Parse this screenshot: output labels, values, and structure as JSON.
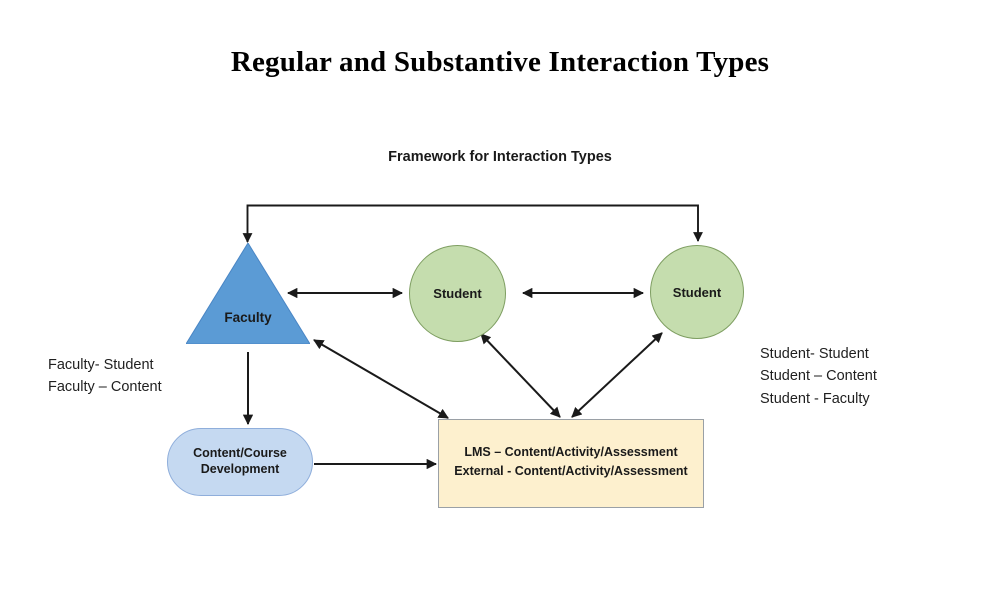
{
  "slide": {
    "title": "Regular and Substantive Interaction Types",
    "subtitle": "Framework for Interaction Types",
    "background_color": "#FFFFFF"
  },
  "diagram": {
    "type": "flow-diagram",
    "nodes": [
      {
        "id": "faculty",
        "shape": "triangle",
        "label": "Faculty",
        "fill": "#5B9BD5",
        "border": "#4A86C5"
      },
      {
        "id": "student-1",
        "shape": "circle",
        "label": "Student",
        "fill": "#C5DDAE",
        "border": "#7E9E61"
      },
      {
        "id": "student-2",
        "shape": "circle",
        "label": "Student",
        "fill": "#C5DDAE",
        "border": "#7E9E61"
      },
      {
        "id": "content-course-development",
        "shape": "rounded-pill",
        "label": "Content/Course\nDevelopment",
        "fill": "#C5D9F1",
        "border": "#8FAEDB"
      },
      {
        "id": "lms",
        "shape": "rectangle",
        "label": "LMS – Content/Activity/Assessment\nExternal - Content/Activity/Assessment",
        "line1": "LMS – Content/Activity/Assessment",
        "line2": "External - Content/Activity/Assessment",
        "fill": "#FDF0CE",
        "border": "#9AA0A6"
      }
    ],
    "connectors": [
      {
        "id": "bracket-top",
        "from": "top-bracket",
        "to": [
          "faculty",
          "student-2"
        ],
        "style": "elbow",
        "arrows": "both-ends-down"
      },
      {
        "id": "faculty-student1",
        "from": "faculty",
        "to": "student-1",
        "style": "straight",
        "arrows": "double"
      },
      {
        "id": "student1-student2",
        "from": "student-1",
        "to": "student-2",
        "style": "straight",
        "arrows": "double"
      },
      {
        "id": "faculty-content",
        "from": "faculty",
        "to": "content-course-development",
        "style": "straight",
        "arrows": "single-down"
      },
      {
        "id": "faculty-lms",
        "from": "faculty",
        "to": "lms",
        "style": "diagonal",
        "arrows": "double"
      },
      {
        "id": "content-lms",
        "from": "content-course-development",
        "to": "lms",
        "style": "straight",
        "arrows": "single-right"
      },
      {
        "id": "student1-lms",
        "from": "student-1",
        "to": "lms",
        "style": "diagonal",
        "arrows": "double"
      },
      {
        "id": "student2-lms",
        "from": "student-2",
        "to": "lms",
        "style": "diagonal",
        "arrows": "double"
      }
    ],
    "captions": {
      "left": "Faculty- Student\nFaculty – Content",
      "left_lines": [
        "Faculty- Student",
        "Faculty – Content"
      ],
      "right": "Student- Student\nStudent – Content\nStudent - Faculty",
      "right_lines": [
        "Student- Student",
        "Student – Content",
        "Student - Faculty"
      ]
    }
  }
}
